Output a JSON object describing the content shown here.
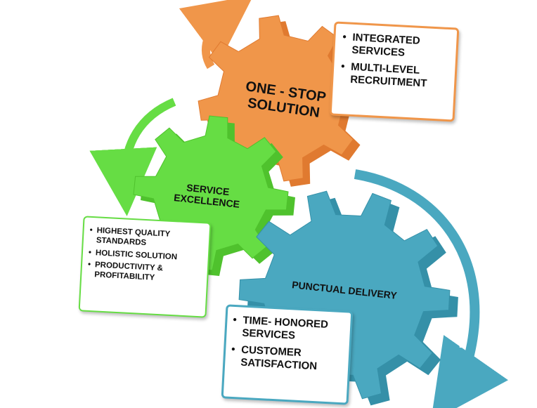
{
  "gears": {
    "orange": {
      "label_lines": [
        "ONE - STOP",
        "SOLUTION"
      ],
      "color": "#f0964a",
      "side_color": "#e07a30",
      "icon": "gear-icon"
    },
    "green": {
      "label_lines": [
        "SERVICE",
        "EXCELLENCE"
      ],
      "color": "#66dd44",
      "side_color": "#4fc22d",
      "icon": "gear-icon"
    },
    "blue": {
      "label_lines": [
        "PUNCTUAL DELIVERY"
      ],
      "color": "#4aa8c0",
      "side_color": "#3590a8",
      "icon": "gear-icon"
    }
  },
  "boxes": {
    "orange": {
      "items": [
        [
          "INTEGRATED",
          "SERVICES"
        ],
        [
          "MULTI-LEVEL",
          "RECRUITMENT"
        ]
      ],
      "border": "#f0964a"
    },
    "green": {
      "items": [
        [
          "HIGHEST QUALITY",
          "STANDARDS"
        ],
        [
          "HOLISTIC SOLUTION"
        ],
        [
          "PRODUCTIVITY &",
          "PROFITABILITY"
        ]
      ],
      "border": "#66dd44"
    },
    "blue": {
      "items": [
        [
          "TIME- HONORED",
          "SERVICES"
        ],
        [
          "CUSTOMER",
          "SATISFACTION"
        ]
      ],
      "border": "#4aa8c0"
    }
  },
  "arrows": {
    "orange": "curved-arrow-icon",
    "green": "curved-arrow-icon",
    "blue": "curved-arrow-icon"
  }
}
